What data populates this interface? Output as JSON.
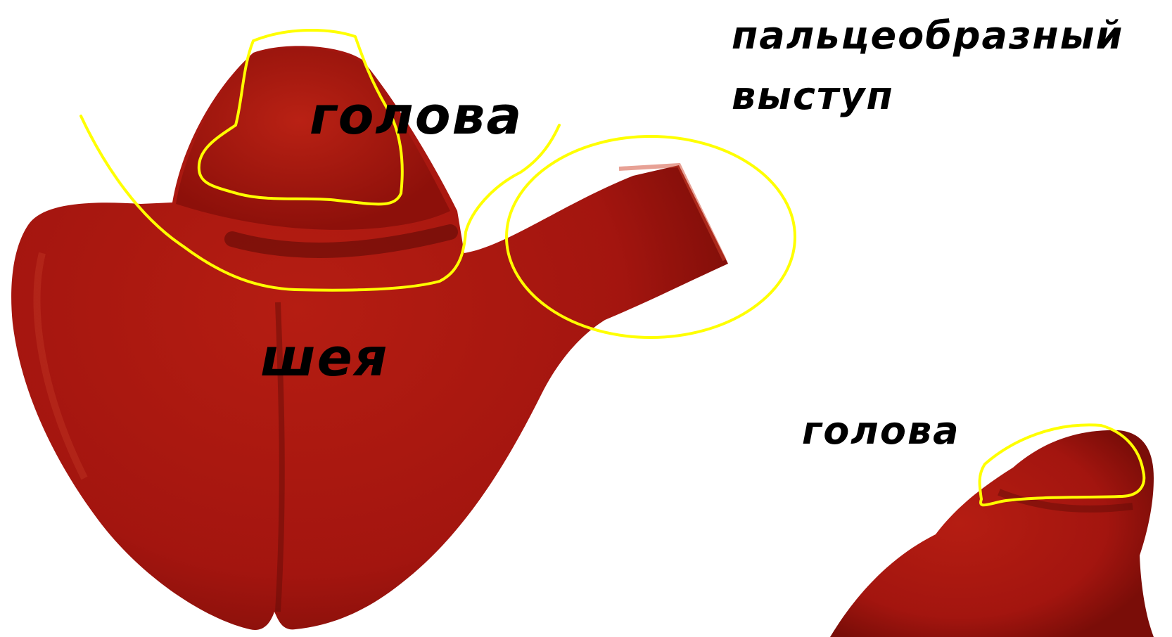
{
  "labels": {
    "head_main": "голова",
    "neck": "шея",
    "process_line1": "пальцеобразный",
    "process_line2": "выступ",
    "head_small": "голова"
  },
  "colors": {
    "tissue": "#a3150f",
    "tissue_dark": "#6e0b07",
    "tissue_light": "#c4301f",
    "highlight_outline": "#ffff00",
    "text": "#000000",
    "background": "#ffffff"
  }
}
